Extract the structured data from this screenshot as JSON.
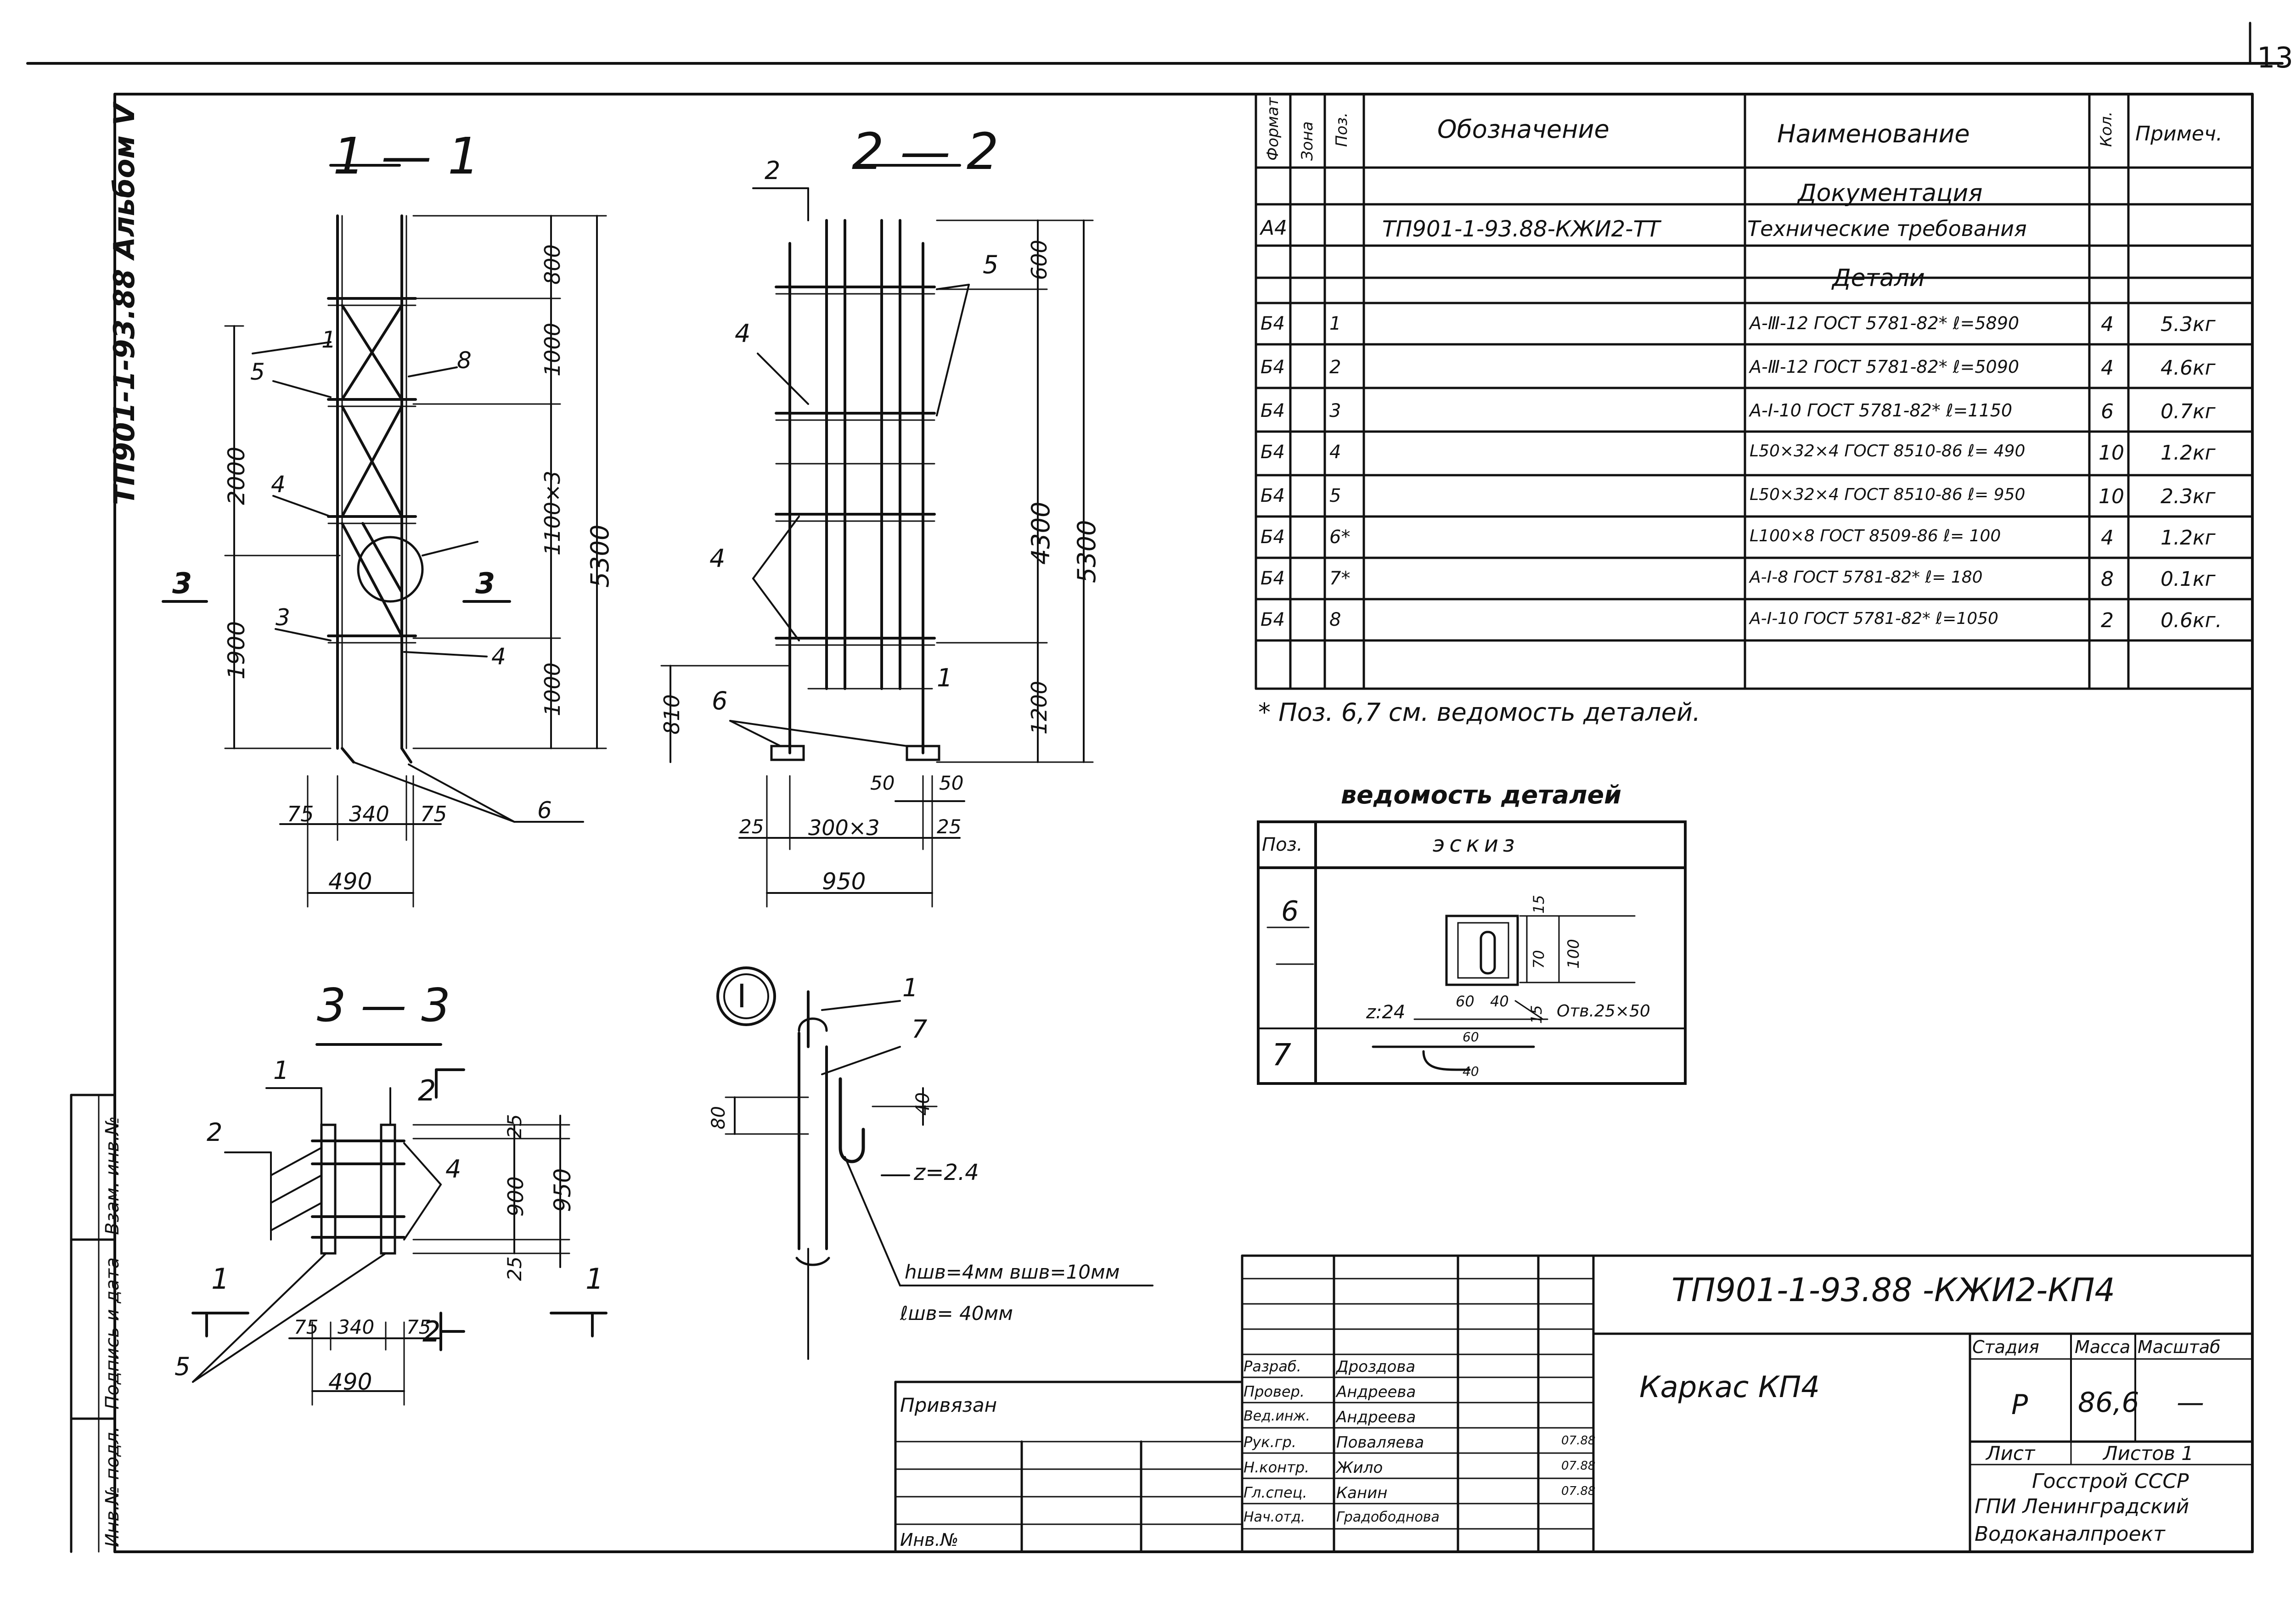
{
  "sheet": {
    "number": "13",
    "album": "ТП901-1-93.88 Альбом V"
  },
  "sections": {
    "s11": "1 — 1",
    "s22": "2 — 2",
    "s33": "3 — 3",
    "detail": "I"
  },
  "section11": {
    "dims": [
      "800",
      "1000",
      "1100×3",
      "1000",
      "5300",
      "2000",
      "1900"
    ],
    "bottom": [
      "75",
      "340",
      "75",
      "490"
    ],
    "marks": [
      "1",
      "5",
      "8",
      "4",
      "3",
      "3",
      "3",
      "4",
      "6"
    ]
  },
  "section22": {
    "dims": [
      "600",
      "4300",
      "5300",
      "1200",
      "810"
    ],
    "bottom": [
      "50",
      "50",
      "25",
      "300×3",
      "25",
      "950"
    ],
    "marks": [
      "2",
      "4",
      "5",
      "4",
      "6",
      "1"
    ]
  },
  "section33": {
    "dims": [
      "25",
      "900",
      "950",
      "25"
    ],
    "bottom": [
      "75",
      "340",
      "75",
      "490"
    ],
    "marks": [
      "1",
      "2",
      "2",
      "4",
      "1",
      "1",
      "5",
      "2"
    ]
  },
  "detailI": {
    "marks": [
      "1",
      "7"
    ],
    "dims": [
      "80",
      "40",
      "z=2.4"
    ],
    "weld1": "hшв=4мм  вшв=10мм",
    "weld2": "ℓшв= 40мм"
  },
  "spec": {
    "headers": [
      "Формат",
      "Зона",
      "Поз.",
      "Обозначение",
      "Наименование",
      "Кол.",
      "Примеч."
    ],
    "section_doc": "Документация",
    "doc_row": {
      "format": "А4",
      "designation": "ТП901-1-93.88-КЖИ2-ТТ",
      "name": "Технические требования"
    },
    "section_parts": "Детали",
    "rows": [
      {
        "format": "Б4",
        "pos": "1",
        "name": "А-Ⅲ-12  ГОСТ 5781-82* ℓ=5890",
        "qty": "4",
        "note": "5.3кг"
      },
      {
        "format": "Б4",
        "pos": "2",
        "name": "А-Ⅲ-12  ГОСТ 5781-82* ℓ=5090",
        "qty": "4",
        "note": "4.6кг"
      },
      {
        "format": "Б4",
        "pos": "3",
        "name": "А-Ⅰ-10  ГОСТ 5781-82* ℓ=1150",
        "qty": "6",
        "note": "0.7кг"
      },
      {
        "format": "Б4",
        "pos": "4",
        "name": "L50×32×4 ГОСТ 8510-86  ℓ= 490",
        "qty": "10",
        "note": "1.2кг"
      },
      {
        "format": "Б4",
        "pos": "5",
        "name": "L50×32×4 ГОСТ 8510-86  ℓ= 950",
        "qty": "10",
        "note": "2.3кг"
      },
      {
        "format": "Б4",
        "pos": "6*",
        "name": "L100×8  ГОСТ 8509-86  ℓ= 100",
        "qty": "4",
        "note": "1.2кг"
      },
      {
        "format": "Б4",
        "pos": "7*",
        "name": "А-Ⅰ-8  ГОСТ 5781-82*  ℓ= 180",
        "qty": "8",
        "note": "0.1кг"
      },
      {
        "format": "Б4",
        "pos": "8",
        "name": "А-Ⅰ-10  ГОСТ 5781-82*  ℓ=1050",
        "qty": "2",
        "note": "0.6кг."
      }
    ],
    "footnote": "* Поз. 6,7 см. ведомость деталей."
  },
  "parts_list": {
    "title": "ведомость деталей",
    "h_pos": "Поз.",
    "h_sketch": "эскиз",
    "pos6": "6",
    "pos7": "7",
    "dims6": [
      "15",
      "70",
      "100",
      "60",
      "40",
      "15",
      "Отв.25×50"
    ],
    "z7": "z:24",
    "dims7": [
      "60",
      "40"
    ]
  },
  "titleblock": {
    "code": "ТП901-1-93.88  -КЖИ2-КП4",
    "name": "Каркас КП4",
    "stage_h": "Стадия",
    "mass_h": "Масса",
    "scale_h": "Масштаб",
    "stage": "Р",
    "mass": "86,6",
    "scale": "—",
    "sheet": "Лист",
    "sheets": "Листов 1",
    "org1": "Госстрой СССР",
    "org2": "ГПИ Ленинградский",
    "org3": "Водоканалпроект",
    "roles": [
      "Разраб.",
      "Провер.",
      "Вед.инж.",
      "Рук.гр.",
      "Н.контр.",
      "Гл.спец.",
      "Нач.отд."
    ],
    "names": [
      "Дроздова",
      "Андреева",
      "Андреева",
      "Поваляева",
      "Жило",
      "Канин",
      "Градободнова"
    ],
    "dates": [
      "",
      "",
      "",
      "07.88",
      "07.88",
      "07.88",
      ""
    ],
    "privyazan": "Привязан",
    "inv": "Инв.№"
  },
  "margin_stamps": [
    "Взам. инв.№",
    "Подпись и дата",
    "Инв.№ подл."
  ]
}
